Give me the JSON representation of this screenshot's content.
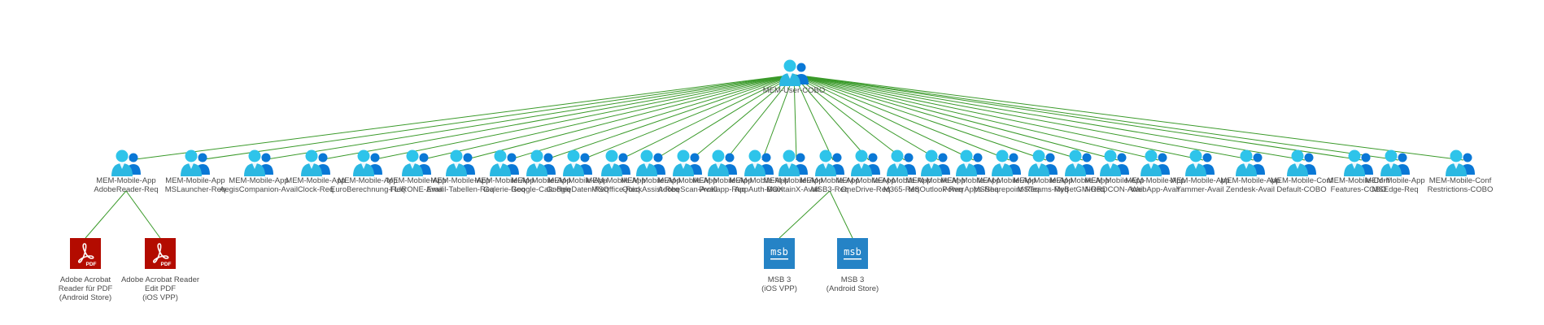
{
  "colors": {
    "edge": "#3a9a2a",
    "person_primary": "#2ec4ea",
    "person_secondary": "#0a78d6",
    "pdf_bg": "#b30b00",
    "msb_bg": "#2583c6",
    "label": "#4a4a4a"
  },
  "root": {
    "label": "MEM-User-COBO",
    "icon": "user-group-icon"
  },
  "groups": [
    {
      "label": "MEM-Mobile-App\nAdobeReader-Req"
    },
    {
      "label": "MEM-Mobile-App\nMSLauncher-Req"
    },
    {
      "label": "MEM-Mobile-App\nAegisCompanion-Avail"
    },
    {
      "label": "MEM-Mobile-App\nClock-Req"
    },
    {
      "label": "MEM-Mobile-App\nEuroBerechnung-Req"
    },
    {
      "label": "MEM-Mobile-App\nFLIRONE-Avail"
    },
    {
      "label": "MEM-Mobile-App\nEmail-Tabellen-Req"
    },
    {
      "label": "MEM-Mobile-App\nGalerie-Req"
    },
    {
      "label": "MEM-Mobile-App\nGoogle-Calc-Req"
    },
    {
      "label": "MEM-Mobile-App\nGoogleDaten-Req"
    },
    {
      "label": "MEM-Mobile-App\nMSOffice-Req"
    },
    {
      "label": "MEM-Mobile-App\nQuickAssist-Req"
    },
    {
      "label": "MEM-Mobile-App\nAdobeScan-Avail"
    },
    {
      "label": "MEM-Mobile-App\nProKapp-Req"
    },
    {
      "label": "MEM-Mobile-App\nAppAuth-BOX"
    },
    {
      "label": "MEM-Mobile-App\nMaintainX-Avail"
    },
    {
      "label": "MEM-Mobile-App\nMSB3-Req"
    },
    {
      "label": "MEM-Mobile-App\nOneDrive-Req"
    },
    {
      "label": "MEM-Mobile-App\nM365-Req"
    },
    {
      "label": "MEM-Mobile-App\nMSOutlook-Req"
    },
    {
      "label": "MEM-Mobile-App\nPowerApps-Req"
    },
    {
      "label": "MEM-Mobile-App\nMSSharepoint-Req"
    },
    {
      "label": "MEM-Mobile-App\nMSTeams-Req"
    },
    {
      "label": "MEM-Mobile-App\nMyBetGM-Req"
    },
    {
      "label": "MEM-Mobile-App\nNORDCON-Avail"
    },
    {
      "label": "MEM-Mobile-App\nWebApp-Avail"
    },
    {
      "label": "MEM-Mobile-App\nYammer-Avail"
    },
    {
      "label": "MEM-Mobile-App\nZendesk-Avail"
    },
    {
      "label": "MEM-Mobile-Conf\nDefault-COBO"
    },
    {
      "label": "MEM-Mobile-Conf\nFeatures-COBO"
    },
    {
      "label": "MEM-Mobile-App\nMSEdge-Req"
    },
    {
      "label": "MEM-Mobile-Conf\nRestrictions-COBO"
    }
  ],
  "apps": [
    {
      "label": "Adobe Acrobat\nReader für PDF\n(Android Store)",
      "icon": "pdf-icon",
      "badge": "PDF",
      "parent": 0
    },
    {
      "label": "Adobe Acrobat Reader\nEdit PDF\n(iOS VPP)",
      "icon": "pdf-icon",
      "badge": "PDF",
      "parent": 0
    },
    {
      "label": "MSB 3\n(iOS VPP)",
      "icon": "msb-icon",
      "badge": "msb",
      "parent": 16
    },
    {
      "label": "MSB 3\n(Android Store)",
      "icon": "msb-icon",
      "badge": "msb",
      "parent": 16
    }
  ]
}
